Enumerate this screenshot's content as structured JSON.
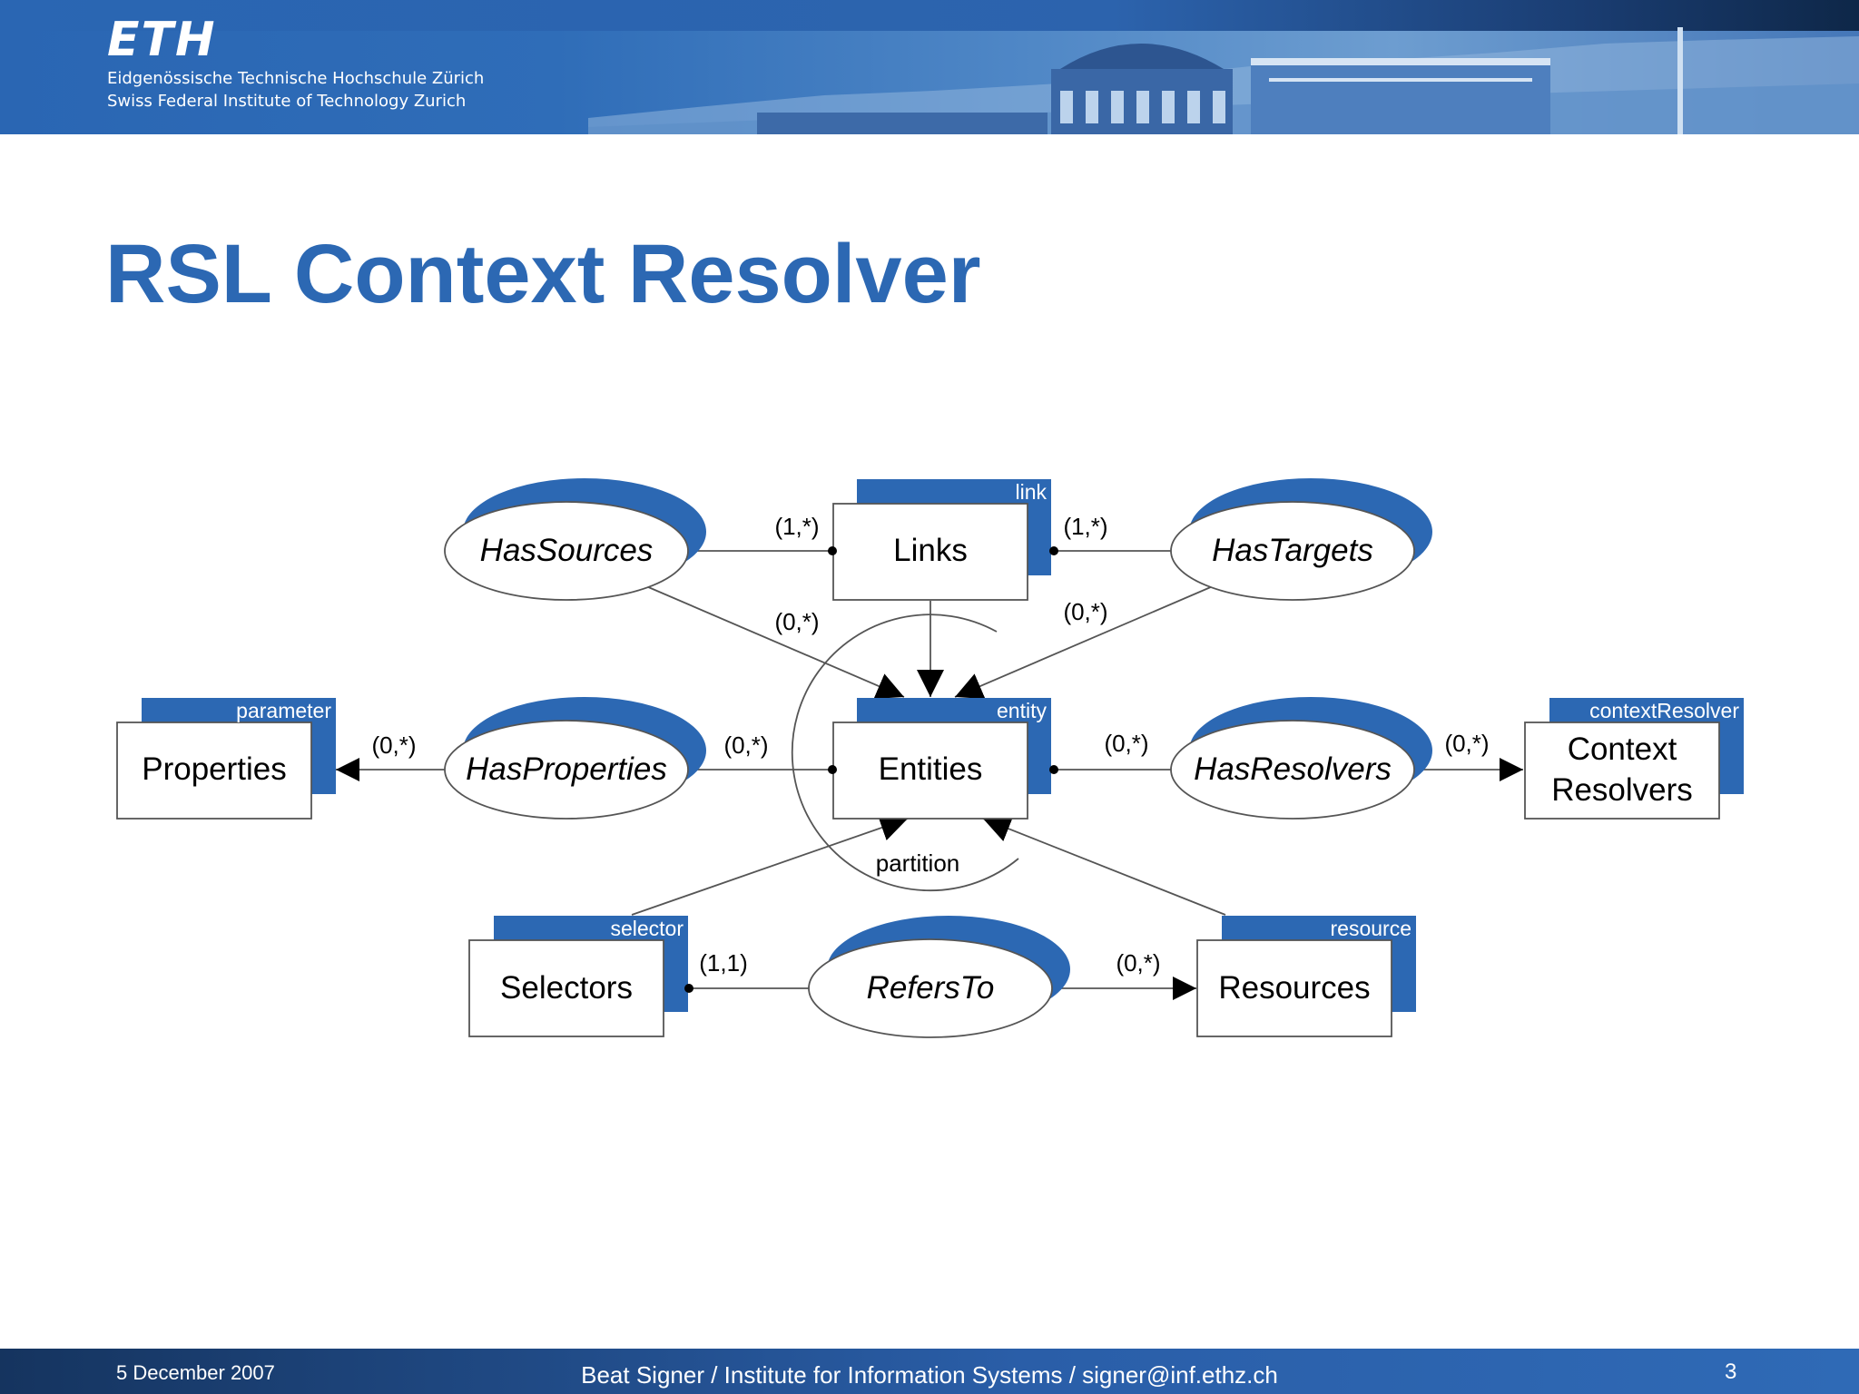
{
  "header": {
    "logo": "ETH",
    "institution_de": "Eidgenössische Technische Hochschule Zürich",
    "institution_en": "Swiss Federal Institute of Technology Zurich"
  },
  "slide": {
    "title": "RSL Context Resolver"
  },
  "diagram": {
    "entities": {
      "links": {
        "label": "Links",
        "tag": "link"
      },
      "entities": {
        "label": "Entities",
        "tag": "entity"
      },
      "properties": {
        "label": "Properties",
        "tag": "parameter"
      },
      "context_resolvers": {
        "label_line1": "Context",
        "label_line2": "Resolvers",
        "tag": "contextResolver"
      },
      "selectors": {
        "label": "Selectors",
        "tag": "selector"
      },
      "resources": {
        "label": "Resources",
        "tag": "resource"
      }
    },
    "relationships": {
      "has_sources": "HasSources",
      "has_targets": "HasTargets",
      "has_properties": "HasProperties",
      "has_resolvers": "HasResolvers",
      "refers_to": "RefersTo"
    },
    "cardinalities": {
      "has_sources_links": "(1,*)",
      "has_targets_links": "(1,*)",
      "has_sources_entities": "(0,*)",
      "has_targets_entities": "(0,*)",
      "has_properties_properties": "(0,*)",
      "has_properties_entities": "(0,*)",
      "has_resolvers_entities": "(0,*)",
      "has_resolvers_context": "(0,*)",
      "refers_to_selectors": "(1,1)",
      "refers_to_resources": "(0,*)"
    },
    "partition_label": "partition"
  },
  "footer": {
    "date": "5 December 2007",
    "author": "Beat Signer / Institute for Information Systems / signer@inf.ethz.ch",
    "page": "3"
  },
  "colors": {
    "accent": "#2c68b3",
    "tag_fill": "#2c68b3",
    "line": "#555555"
  }
}
